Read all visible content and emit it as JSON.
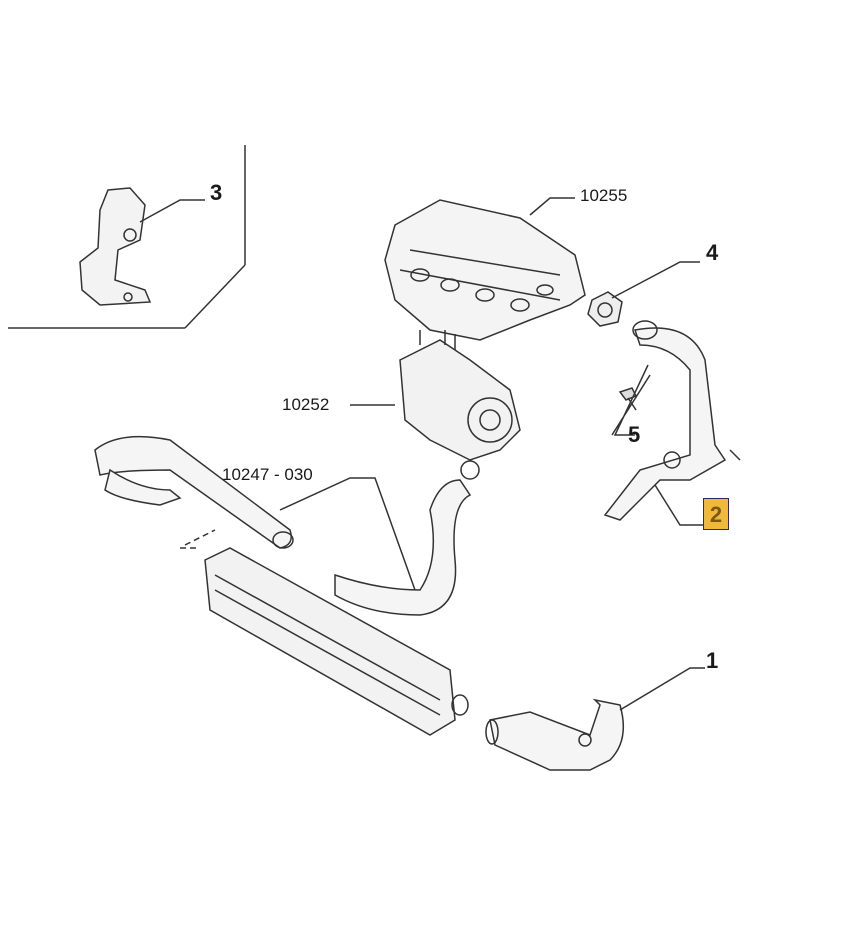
{
  "diagram": {
    "callouts": [
      {
        "id": "3",
        "kind": "part"
      },
      {
        "id": "10255",
        "kind": "reference"
      },
      {
        "id": "4",
        "kind": "part"
      },
      {
        "id": "10252",
        "kind": "reference"
      },
      {
        "id": "5",
        "kind": "part"
      },
      {
        "id": "10247 - 030",
        "kind": "reference"
      },
      {
        "id": "2",
        "kind": "part",
        "highlighted": true
      },
      {
        "id": "1",
        "kind": "part"
      }
    ],
    "colors": {
      "highlight": "#f0b93a",
      "highlight_border": "#2a2a6a",
      "lines": "#333333"
    }
  }
}
